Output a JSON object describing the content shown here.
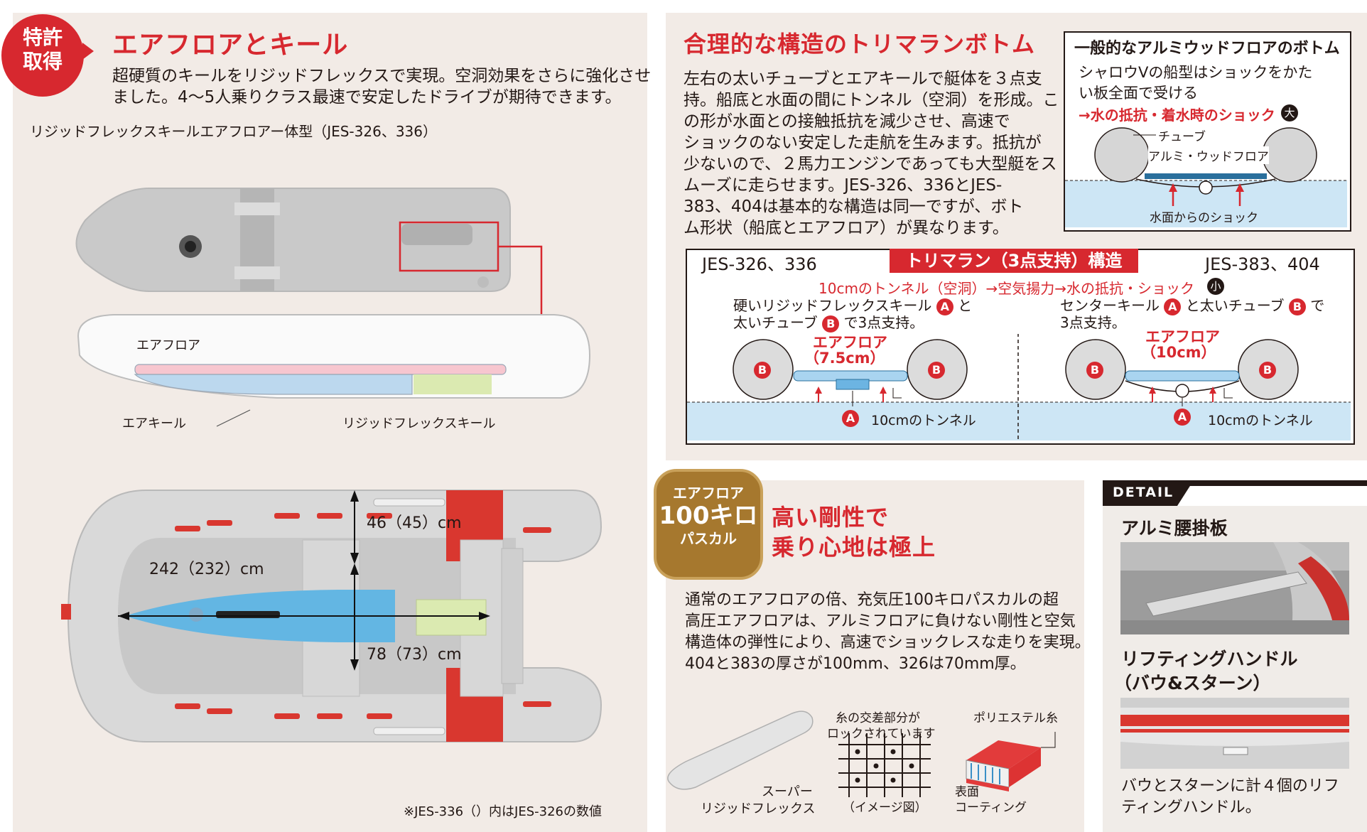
{
  "colors": {
    "red": "#d7282f",
    "panel": "#f2ebe6",
    "water": "#cde6f5",
    "gold": "#a6782e"
  },
  "left": {
    "patent_badge_line1": "特許",
    "patent_badge_line2": "取得",
    "title": "エアフロアとキール",
    "desc_line1": "超硬質のキールをリジッドフレックスで実現。空洞効果をさらに強化させ",
    "desc_line2": "ました。4〜5人乗りクラス最速で安定したドライブが期待できます。",
    "subcaption": "リジッドフレックスキールエアフロアー体型（JES-326、336）",
    "label_airfloor": "エアフロア",
    "label_airkeel": "エアキール",
    "label_rigidkeel": "リジッドフレックスキール",
    "dim_width": "46（45）cm",
    "dim_length": "242（232）cm",
    "dim_inner": "78（73）cm",
    "footnote": "※JES-336（）内はJES-326の数値"
  },
  "trimaran": {
    "title": "合理的な構造のトリマランボトム",
    "body": [
      "左右の太いチューブとエアキールで艇体を３点支",
      "持。船底と水面の間にトンネル（空洞）を形成。こ",
      "の形が水面との接触抵抗を減少させ、高速で",
      "ショックのない安定した走航を生みます。抵抗が",
      "少ないので、２馬力エンジンであっても大型艇をス",
      "ムーズに走らせます。JES-326、336とJES-",
      "383、404は基本的な構造は同一ですが、ボト",
      "ム形状（船底とエアフロア）が異なります。"
    ]
  },
  "general": {
    "title": "一般的なアルミウッドフロアのボトム",
    "line1": "シャロウVの船型はショックをかた",
    "line2": "い板全面で受ける",
    "line3": "→水の抵抗・着水時のショック",
    "big_badge": "大",
    "label_tube": "チューブ",
    "label_floor": "アルミ・ウッドフロア",
    "label_shock": "水面からのショック"
  },
  "structure": {
    "left_model": "JES-326、336",
    "title": "トリマラン（3点支持）構造",
    "right_model": "JES-383、404",
    "subtitle": "10cmのトンネル（空洞）→空気揚力→水の抵抗・ショック",
    "small_badge": "小",
    "left_desc1a": "硬いリジッドフレックスキール",
    "left_desc1b": "と",
    "left_desc2a": "太いチューブ",
    "left_desc2b": "で3点支持。",
    "right_desc1a": "センターキール",
    "right_desc1b": "と太いチューブ",
    "right_desc1c": "で",
    "right_desc2": "3点支持。",
    "left_floor_label1": "エアフロア",
    "left_floor_label2": "（7.5cm）",
    "right_floor_label1": "エアフロア",
    "right_floor_label2": "（10cm）",
    "tunnel_label": "10cmのトンネル",
    "letter_a": "A",
    "letter_b": "B"
  },
  "rigidity": {
    "badge_line1": "エアフロア",
    "badge_line2": "100キロ",
    "badge_line3": "パスカル",
    "title1": "高い剛性で",
    "title2": "乗り心地は極上",
    "body": [
      "通常のエアフロアの倍、充気圧100キロパスカルの超",
      "高圧エアフロアは、アルミフロアに負けない剛性と空気",
      "構造体の弾性により、高速でショックレスな走りを実現。",
      "404と383の厚さが100mm、326は70mm厚。"
    ],
    "label_super1": "スーパー",
    "label_super2": "リジッドフレックス",
    "label_lock1": "糸の交差部分が",
    "label_lock2": "ロックされています",
    "label_image": "（イメージ図）",
    "label_poly": "ポリエステル糸",
    "label_surface1": "表面",
    "label_surface2": "コーティング"
  },
  "detail": {
    "tag": "DETAIL",
    "item1_title": "アルミ腰掛板",
    "item2_title1": "リフティングハンドル",
    "item2_title2": "（バウ&スターン）",
    "item2_desc1": "バウとスターンに計４個のリフ",
    "item2_desc2": "ティングハンドル。"
  }
}
